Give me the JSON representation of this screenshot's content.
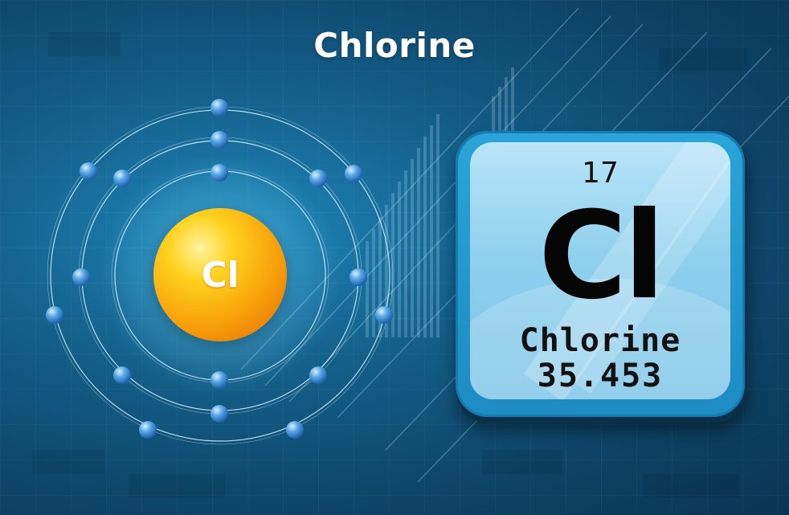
{
  "title": "Chlorine",
  "atom": {
    "nucleus_label": "Cl",
    "electron_shells": [
      2,
      8,
      7
    ],
    "colors": {
      "nucleus": "#f8a10b",
      "electron": "#3a8fd8",
      "orbit": "#cfeefc"
    }
  },
  "element_card": {
    "atomic_number": "17",
    "symbol": "Cl",
    "name": "Chlorine",
    "atomic_mass": "35.453"
  },
  "colors": {
    "background": "#145f8a",
    "card": "#2aa5d8",
    "card_face": "#9fd8f2"
  }
}
